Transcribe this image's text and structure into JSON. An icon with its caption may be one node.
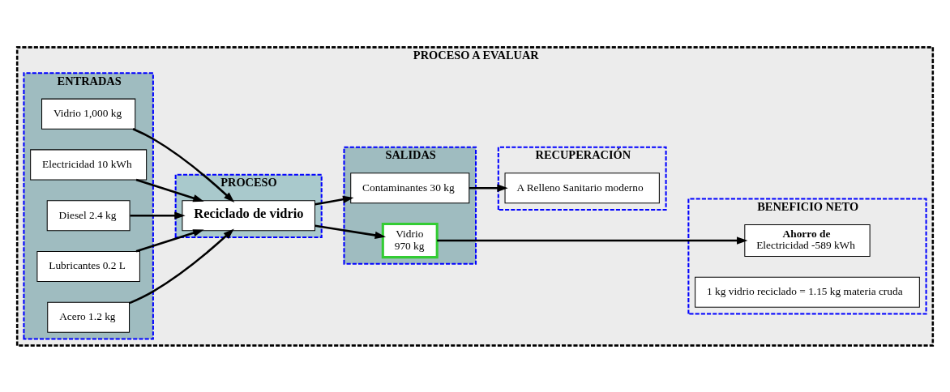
{
  "diagram": {
    "nodes": [
      {
        "text": [
          "PROCESO A EVALUAR"
        ]
      },
      {
        "text": [
          "ENTRADAS"
        ],
        "in": 0
      },
      {
        "text": [
          "Vidrio 1,000 kg"
        ],
        "in": 1
      },
      {
        "text": [
          "Electricidad 10 kWh"
        ],
        "in": 1
      },
      {
        "text": [
          "Diesel 2.4 kg"
        ],
        "in": 1
      },
      {
        "text": [
          "Lubricantes 0.2 L"
        ],
        "in": 1
      },
      {
        "text": [
          "Acero 1.2 kg"
        ],
        "in": 1
      },
      {
        "text": [
          "PROCESO"
        ],
        "in": 0
      },
      {
        "text": [
          "Reciclado de vidrio"
        ],
        "in": 7
      },
      {
        "text": [
          "SALIDAS"
        ],
        "in": 0
      },
      {
        "text": [
          "Vidrio",
          "970 kg"
        ],
        "in": 9
      },
      {
        "text": [
          "Contaminantes 30 kg"
        ],
        "in": 9
      },
      {
        "text": [
          "RECUPERACIÓN"
        ],
        "in": 0
      },
      {
        "text": [
          "A Relleno Sanitario moderno"
        ],
        "in": 12
      },
      {
        "text": [
          "BENEFICIO NETO"
        ],
        "in": 0
      },
      {
        "text": [
          "Ahorro de",
          "Electricidad -589 kWh"
        ],
        "in": 14
      },
      {
        "text": [
          "1 kg vidrio reciclado = 1.15 kg materia cruda"
        ],
        "in": 14
      }
    ],
    "edges": [
      {
        "from": 2,
        "to": 8,
        "arrow": "to"
      },
      {
        "from": 3,
        "to": 8,
        "arrow": "to"
      },
      {
        "from": 4,
        "to": 8,
        "arrow": "to"
      },
      {
        "from": 5,
        "to": 8,
        "arrow": "to"
      },
      {
        "from": 6,
        "to": 8,
        "arrow": "to"
      },
      {
        "from": 8,
        "to": 10,
        "arrow": "to"
      },
      {
        "from": 8,
        "to": 11,
        "arrow": "to"
      },
      {
        "from": 10,
        "to": 15,
        "arrow": "to"
      },
      {
        "from": 11,
        "to": 13,
        "arrow": "to"
      }
    ]
  }
}
